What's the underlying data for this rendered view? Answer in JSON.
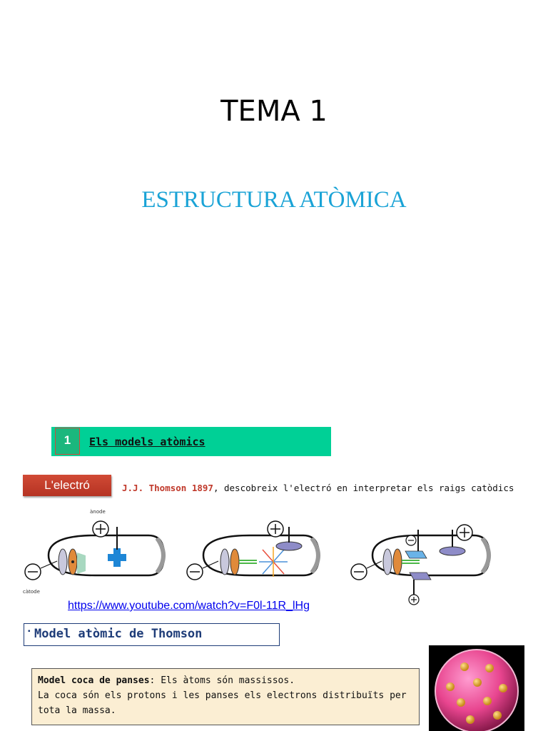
{
  "slide": {
    "title": "TEMA 1",
    "subtitle": "ESTRUCTURA ATÒMICA"
  },
  "section": {
    "number": "1",
    "heading": "Els models atòmics"
  },
  "electron": {
    "tag": "L'electró",
    "author_year": "J.J. Thomson 1897",
    "description": ", descobreix l'electró en interpretar els raigs catòdics"
  },
  "diagram_labels": {
    "anode": "ànode",
    "catode": "càtode"
  },
  "video_link": "https://www.youtube.com/watch?v=F0l-11R_lHg",
  "thomson_model": {
    "bullet": "▪",
    "heading": "Model atòmic de Thomson"
  },
  "coca_model": {
    "term": "Model coca de panses",
    "sentence1": ": Els àtoms són massissos.",
    "sentence2": "La coca són els protons i les panses els electrons distribuïts per tota la massa."
  },
  "colors": {
    "title": "#000000",
    "subtitle": "#1aa3d6",
    "section_bar": "#00d096",
    "tag": "#c0392b",
    "link": "#0000ee",
    "model_border": "#1e3c78",
    "coca_bg": "#fbeed3"
  }
}
